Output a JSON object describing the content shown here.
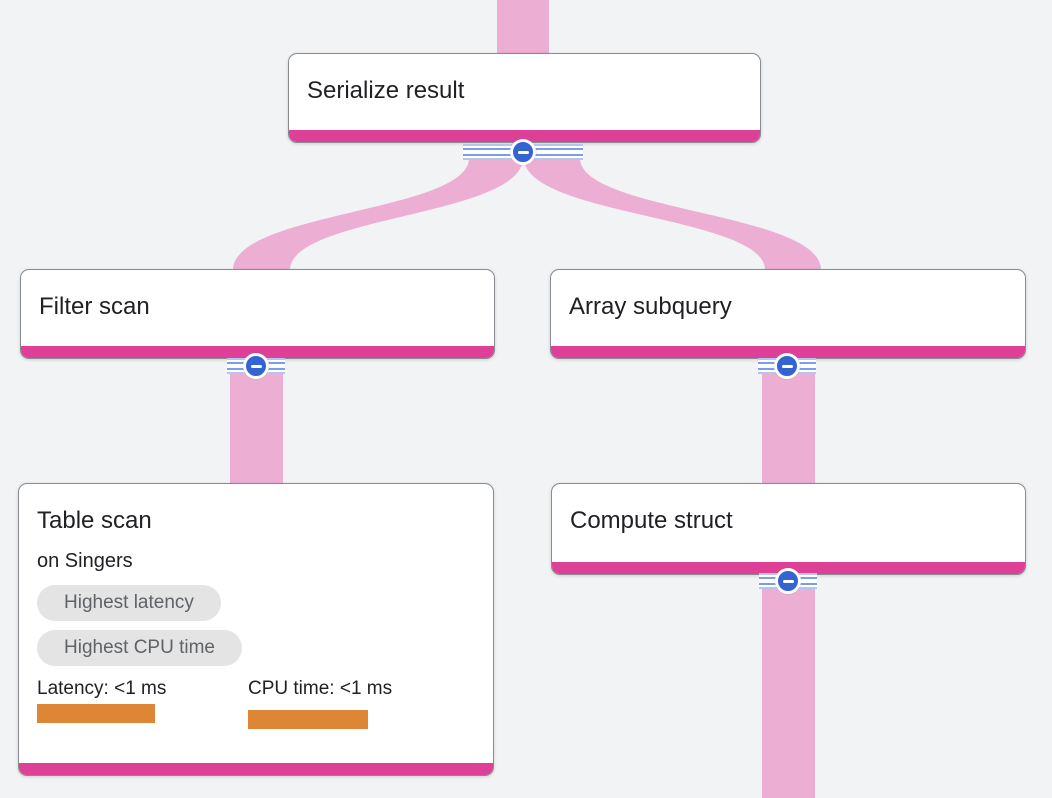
{
  "diagram": {
    "type": "query-execution-plan",
    "nodes": [
      {
        "id": "serialize-result",
        "title": "Serialize result"
      },
      {
        "id": "filter-scan",
        "title": "Filter scan"
      },
      {
        "id": "array-subquery",
        "title": "Array subquery"
      },
      {
        "id": "table-scan",
        "title": "Table scan",
        "subtitle": "on Singers",
        "badges": [
          "Highest latency",
          "Highest CPU time"
        ],
        "metrics": [
          {
            "label": "Latency: <1 ms"
          },
          {
            "label": "CPU time: <1 ms"
          }
        ]
      },
      {
        "id": "compute-struct",
        "title": "Compute struct"
      }
    ],
    "edges": [
      {
        "from": "offscreen-top",
        "to": "serialize-result"
      },
      {
        "from": "serialize-result",
        "to": "filter-scan"
      },
      {
        "from": "serialize-result",
        "to": "array-subquery"
      },
      {
        "from": "filter-scan",
        "to": "table-scan"
      },
      {
        "from": "array-subquery",
        "to": "compute-struct"
      },
      {
        "from": "compute-struct",
        "to": "offscreen-bottom"
      }
    ],
    "icons": {
      "collapse": "minus-icon"
    },
    "colors": {
      "background": "#f1f3f4",
      "flow_band": "#edaed3",
      "node_accent": "#df4097",
      "collapse_button_blue": "#3464d2",
      "stripe_blue": "#7d9de6",
      "badge_background": "#e4e4e4",
      "badge_text": "#5f6368",
      "metric_bar_orange": "#de8636",
      "title_text": "#202124",
      "node_border": "#888c91"
    }
  }
}
